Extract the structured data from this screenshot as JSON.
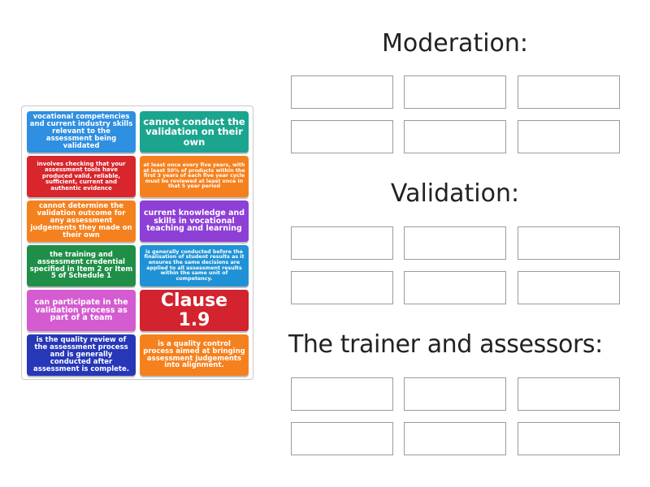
{
  "tiles": [
    {
      "text": "vocational competencies and current industry skills relevant to the assessment being validated",
      "color": "#2f8fe0"
    },
    {
      "text": "cannot conduct the validation on their own",
      "color": "#1ba58f"
    },
    {
      "text": "involves checking that your assessment tools have produced valid, reliable, sufficient, current and authentic evidence",
      "color": "#d8262c"
    },
    {
      "text": "at least once every five years, with at least 50% of products within the first 3 years of each five year cycle must be reviewed at least once in that 5 year period",
      "color": "#f5811e"
    },
    {
      "text": "cannot determine the validation outcome for any assessment judgements they made on their own",
      "color": "#f5811e"
    },
    {
      "text": "current knowledge and skills in vocational teaching and learning",
      "color": "#8e3fd6"
    },
    {
      "text": "the training and assessment credential specified in Item 2 or Item 5 of Schedule 1",
      "color": "#1f8f47"
    },
    {
      "text": "is generally conducted before the finalisation of student results as it ensures the same decisions are applied to all assessment results within the same unit of competency.",
      "color": "#1f92d6"
    },
    {
      "text": "can participate in the validation process as part of a team",
      "color": "#d55bd1"
    },
    {
      "text": "Clause 1.9",
      "color": "#d2232e"
    },
    {
      "text": "is the quality review of the assessment process and is generally conducted after assessment is complete.",
      "color": "#2637b8"
    },
    {
      "text": "is a quality control process aimed at bringing assessment judgements into alignment.",
      "color": "#f5811e"
    }
  ],
  "groups": [
    {
      "title": "Moderation:"
    },
    {
      "title": "Validation:"
    },
    {
      "title": "The trainer and assessors:"
    }
  ]
}
